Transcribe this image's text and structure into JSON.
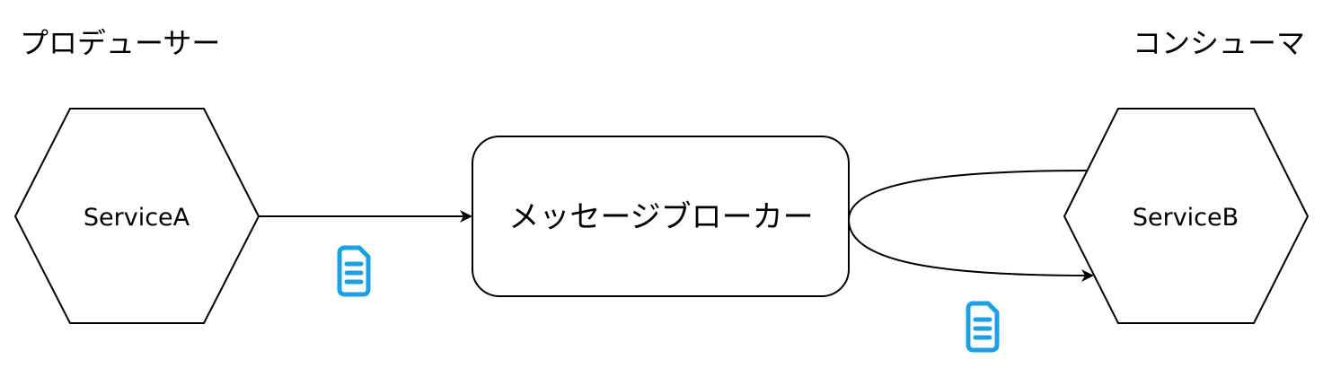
{
  "labels": {
    "producer": "プロデューサー",
    "consumer": "コンシューマ"
  },
  "nodes": {
    "service_a": "ServiceA",
    "broker": "メッセージブローカー",
    "service_b": "ServiceB"
  },
  "icons": {
    "message": "document-icon",
    "message_color": "#1ba1e2"
  },
  "colors": {
    "stroke": "#000000",
    "background": "#ffffff"
  }
}
